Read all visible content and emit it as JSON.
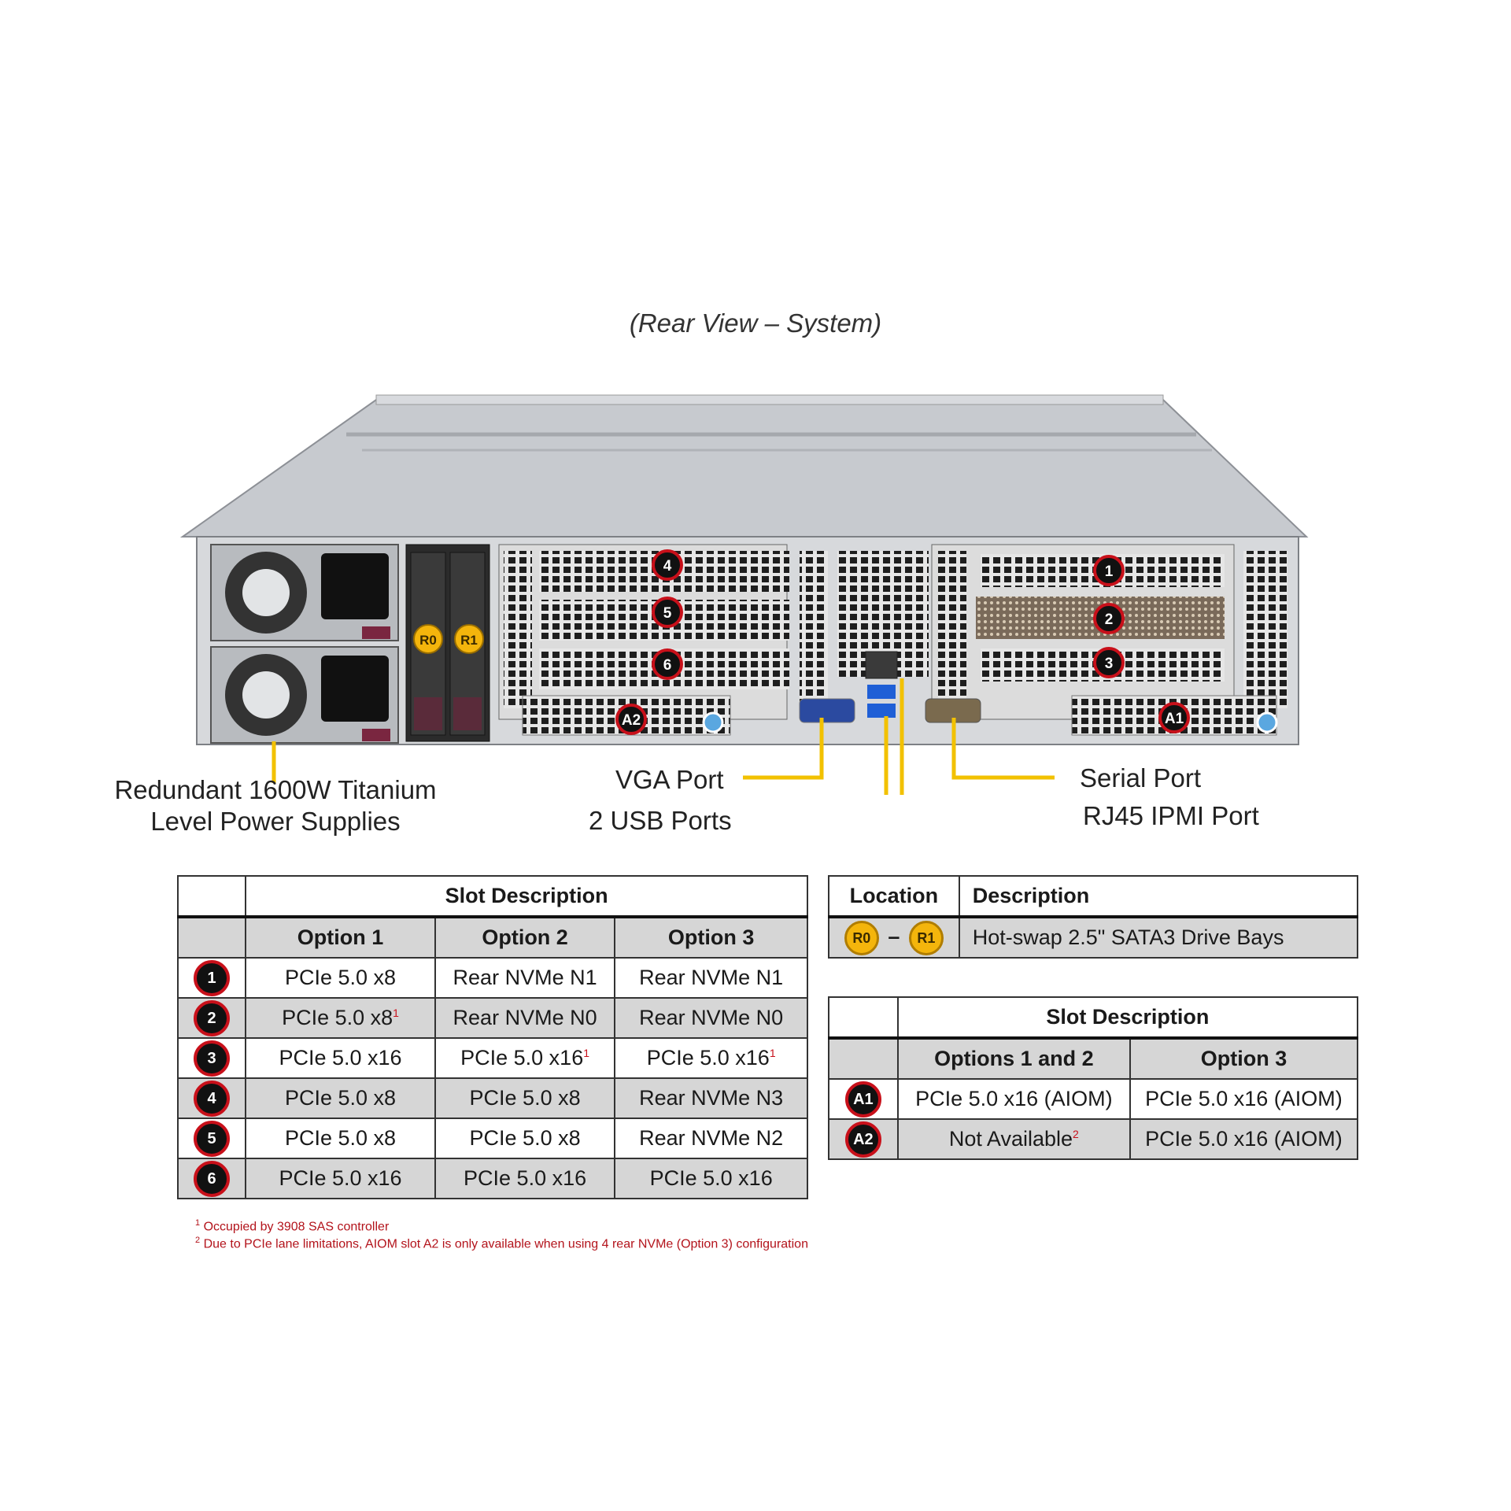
{
  "view_title": "(Rear View – System)",
  "callouts": {
    "psu_line1": "Redundant  1600W Titanium",
    "psu_line2": "Level Power Supplies",
    "vga": "VGA Port",
    "usb": "2 USB Ports",
    "serial": "Serial Port",
    "ipmi": "RJ45 IPMI  Port"
  },
  "badges": {
    "slots": [
      "1",
      "2",
      "3",
      "4",
      "5",
      "6"
    ],
    "aiom": [
      "A1",
      "A2"
    ],
    "drives": [
      "R0",
      "R1"
    ]
  },
  "slot_table": {
    "title": "Slot Description",
    "headers": [
      "Option 1",
      "Option 2",
      "Option 3"
    ],
    "rows": [
      {
        "slot": "1",
        "cells": [
          "PCIe 5.0 x8",
          "Rear NVMe N1",
          "Rear NVMe N1"
        ],
        "sup": [
          "",
          "",
          ""
        ]
      },
      {
        "slot": "2",
        "cells": [
          "PCIe 5.0 x8",
          "Rear NVMe N0",
          "Rear NVMe N0"
        ],
        "sup": [
          "1",
          "",
          ""
        ]
      },
      {
        "slot": "3",
        "cells": [
          "PCIe 5.0 x16",
          "PCIe 5.0 x16",
          "PCIe 5.0 x16"
        ],
        "sup": [
          "",
          "1",
          "1"
        ]
      },
      {
        "slot": "4",
        "cells": [
          "PCIe 5.0 x8",
          "PCIe 5.0 x8",
          "Rear NVMe N3"
        ],
        "sup": [
          "",
          "",
          ""
        ]
      },
      {
        "slot": "5",
        "cells": [
          "PCIe 5.0 x8",
          "PCIe 5.0 x8",
          "Rear NVMe N2"
        ],
        "sup": [
          "",
          "",
          ""
        ]
      },
      {
        "slot": "6",
        "cells": [
          "PCIe 5.0 x16",
          "PCIe 5.0 x16",
          "PCIe 5.0 x16"
        ],
        "sup": [
          "",
          "",
          ""
        ]
      }
    ]
  },
  "location_table": {
    "headers": [
      "Location",
      "Description"
    ],
    "row": {
      "from": "R0",
      "dash": "–",
      "to": "R1",
      "description": "Hot-swap  2.5\" SATA3 Drive  Bays"
    }
  },
  "aiom_table": {
    "title": "Slot Description",
    "headers": [
      "Options  1 and 2",
      "Option  3"
    ],
    "rows": [
      {
        "slot": "A1",
        "cells": [
          "PCIe  5.0 x16 (AIOM)",
          "PCIe  5.0 x16 (AIOM)"
        ],
        "sup": [
          "",
          ""
        ]
      },
      {
        "slot": "A2",
        "cells": [
          "Not Available",
          "PCIe  5.0 x16 (AIOM)"
        ],
        "sup": [
          "2",
          ""
        ]
      }
    ]
  },
  "footnotes": [
    {
      "mark": "1",
      "text": "Occupied by 3908 SAS controller"
    },
    {
      "mark": "2",
      "text": "Due to PCIe lane limitations, AIOM slot A2 is only available when using 4 rear NVMe (Option 3) configuration"
    }
  ],
  "colors": {
    "callout_line": "#f2c100",
    "badge_ring": "#c8101a",
    "drive_badge": "#f4b50c",
    "table_shade": "#d6d6d6"
  }
}
